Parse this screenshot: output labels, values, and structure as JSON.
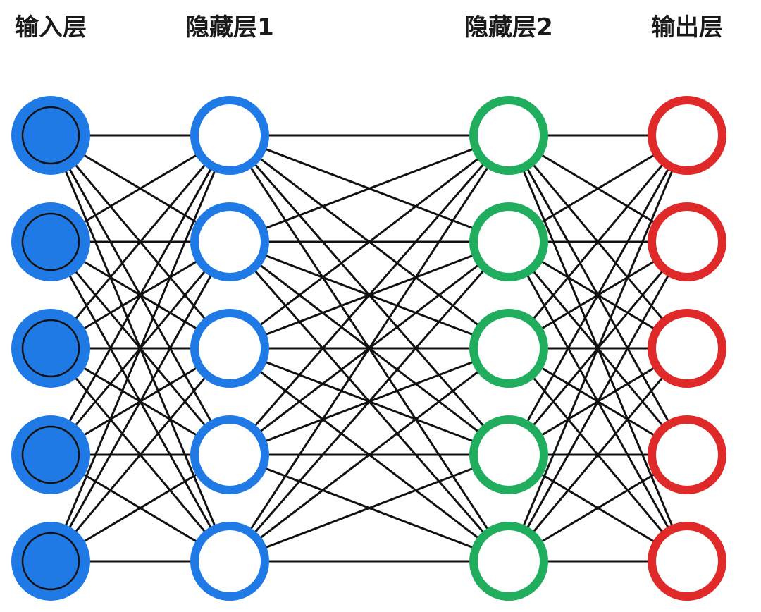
{
  "layers": [
    {
      "title": "输入层",
      "neuron_count": 5,
      "color": "#1f7ae6",
      "style": "filled"
    },
    {
      "title": "隐藏层1",
      "neuron_count": 5,
      "color": "#1f7ae6",
      "style": "ring"
    },
    {
      "title": "隐藏层2",
      "neuron_count": 5,
      "color": "#21ad5e",
      "style": "ring"
    },
    {
      "title": "输出层",
      "neuron_count": 5,
      "color": "#e02a2a",
      "style": "ring"
    }
  ],
  "connections": "fully-connected",
  "edge_color": "#111111",
  "outline_color": "#111111"
}
